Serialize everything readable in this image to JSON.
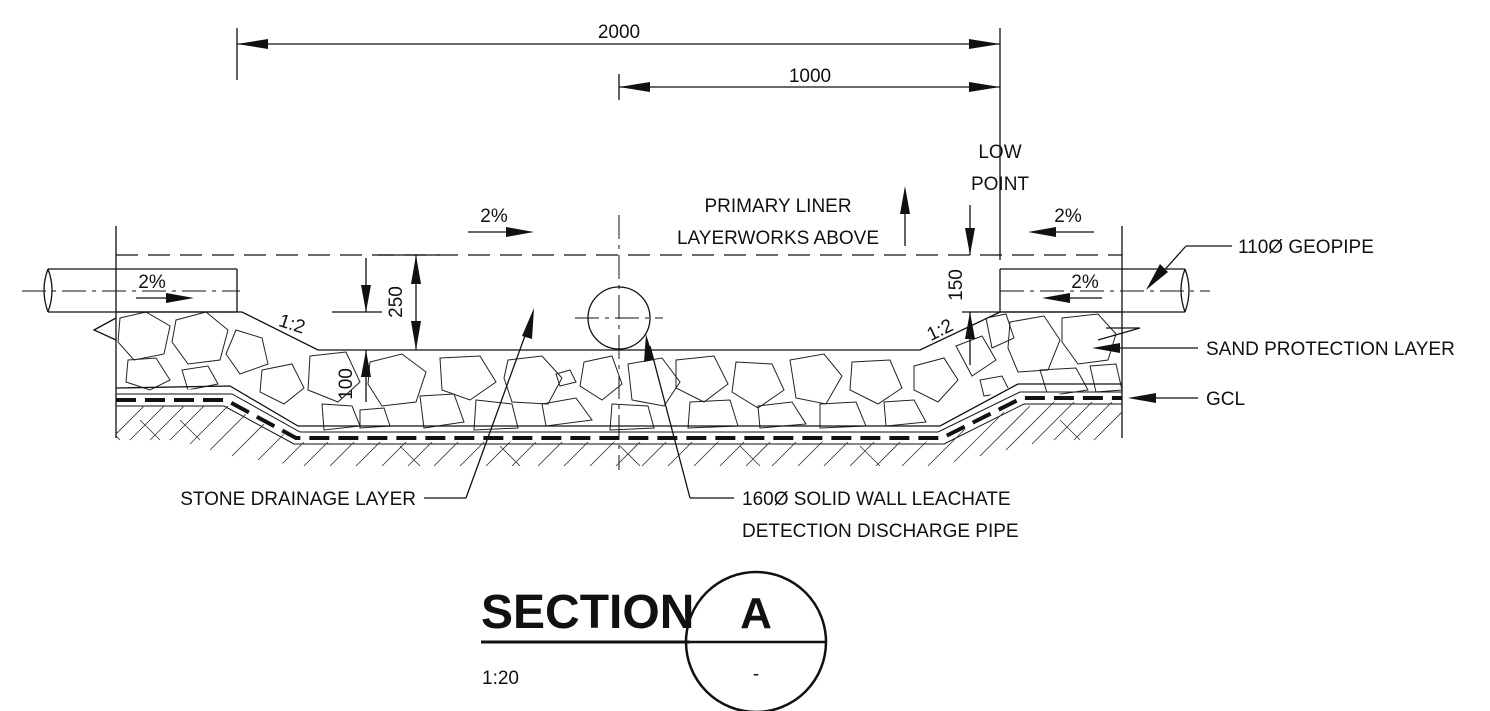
{
  "dimensions": {
    "overall_width": "2000",
    "half_width": "1000",
    "depth_250": "250",
    "depth_100": "100",
    "depth_150": "150"
  },
  "slopes": {
    "left_top": "2%",
    "right_top": "2%",
    "left_pipe": "2%",
    "right_pipe": "2%",
    "left_batter": "1:2",
    "right_batter": "1:2"
  },
  "labels": {
    "low_point_line1": "LOW",
    "low_point_line2": "POINT",
    "primary_liner_line1": "PRIMARY LINER",
    "primary_liner_line2": "LAYERWORKS ABOVE",
    "geopipe": "110Ø GEOPIPE",
    "sand_protection": "SAND PROTECTION LAYER",
    "gcl": "GCL",
    "stone_drainage": "STONE DRAINAGE LAYER",
    "leachate_line1": "160Ø SOLID WALL LEACHATE",
    "leachate_line2": "DETECTION DISCHARGE PIPE"
  },
  "section": {
    "title": "SECTION",
    "letter": "A",
    "scale": "1:20",
    "sheet": "-"
  }
}
